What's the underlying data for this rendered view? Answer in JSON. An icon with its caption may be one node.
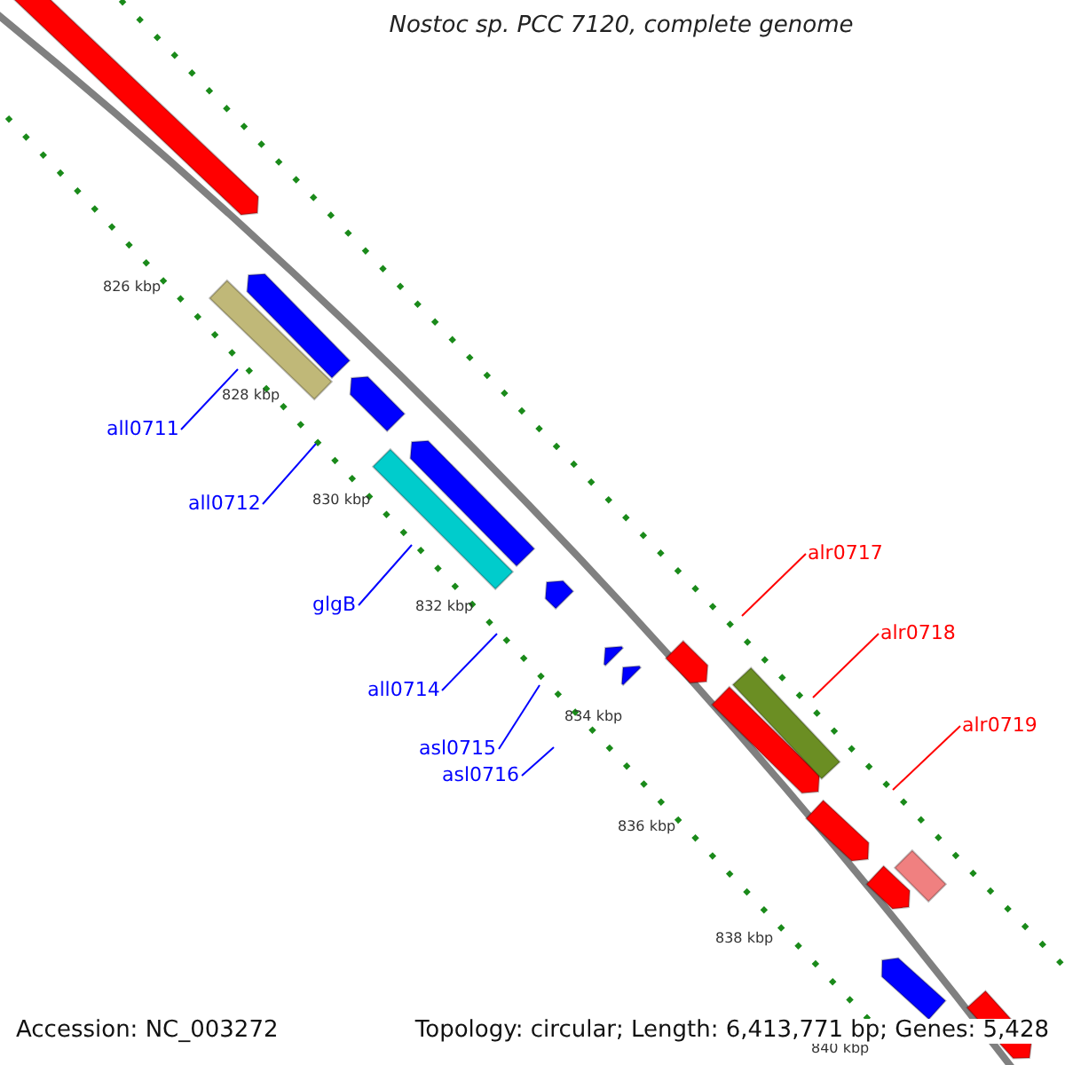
{
  "diagram": {
    "title": "Nostoc sp. PCC 7120, complete genome",
    "nodes": [
      {
        "text": [
          "all0711"
        ]
      },
      {
        "text": [
          "all0712"
        ]
      },
      {
        "text": [
          "glgB"
        ]
      },
      {
        "text": [
          "all0714"
        ]
      },
      {
        "text": [
          "asl0715"
        ]
      },
      {
        "text": [
          "asl0716"
        ]
      },
      {
        "text": [
          "alr0717"
        ]
      },
      {
        "text": [
          "alr0718"
        ]
      },
      {
        "text": [
          "alr0719"
        ]
      }
    ],
    "edges": [
      {
        "from": 0,
        "to": null,
        "arrow": "none"
      },
      {
        "from": 1,
        "to": null,
        "arrow": "none"
      },
      {
        "from": 2,
        "to": null,
        "arrow": "none"
      },
      {
        "from": 3,
        "to": null,
        "arrow": "none"
      },
      {
        "from": 4,
        "to": null,
        "arrow": "none"
      },
      {
        "from": 5,
        "to": null,
        "arrow": "none"
      },
      {
        "from": 6,
        "to": null,
        "arrow": "none",
        "color": "#ff0000"
      },
      {
        "from": 7,
        "to": null,
        "arrow": "none",
        "color": "#ff0000"
      },
      {
        "from": 8,
        "to": null,
        "arrow": "none",
        "color": "#ff0000"
      }
    ],
    "labels": [
      "826 kbp",
      "828 kbp",
      "830 kbp",
      "832 kbp",
      "834 kbp",
      "836 kbp",
      "838 kbp",
      "840 kbp",
      "Accession: NC_003272",
      "Topology: circular; Length: 6,413,771 bp; Genes: 5,428"
    ]
  }
}
